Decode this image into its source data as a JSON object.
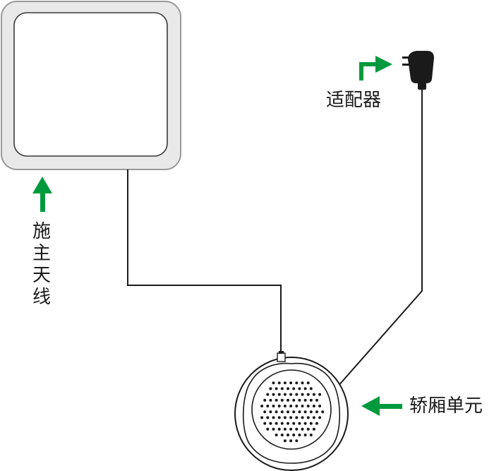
{
  "labels": {
    "adapter": "适配器",
    "main_antenna": "施主天线",
    "car_unit": "轿厢单元"
  },
  "colors": {
    "arrow": "#009a3e",
    "outline": "#1a1a1a",
    "panel_stroke": "#9a9a9a",
    "panel_fill": "#e9e9e9"
  },
  "icons": [
    "antenna-panel-icon",
    "power-adapter-icon",
    "speaker-unit-icon",
    "arrow-icon"
  ]
}
